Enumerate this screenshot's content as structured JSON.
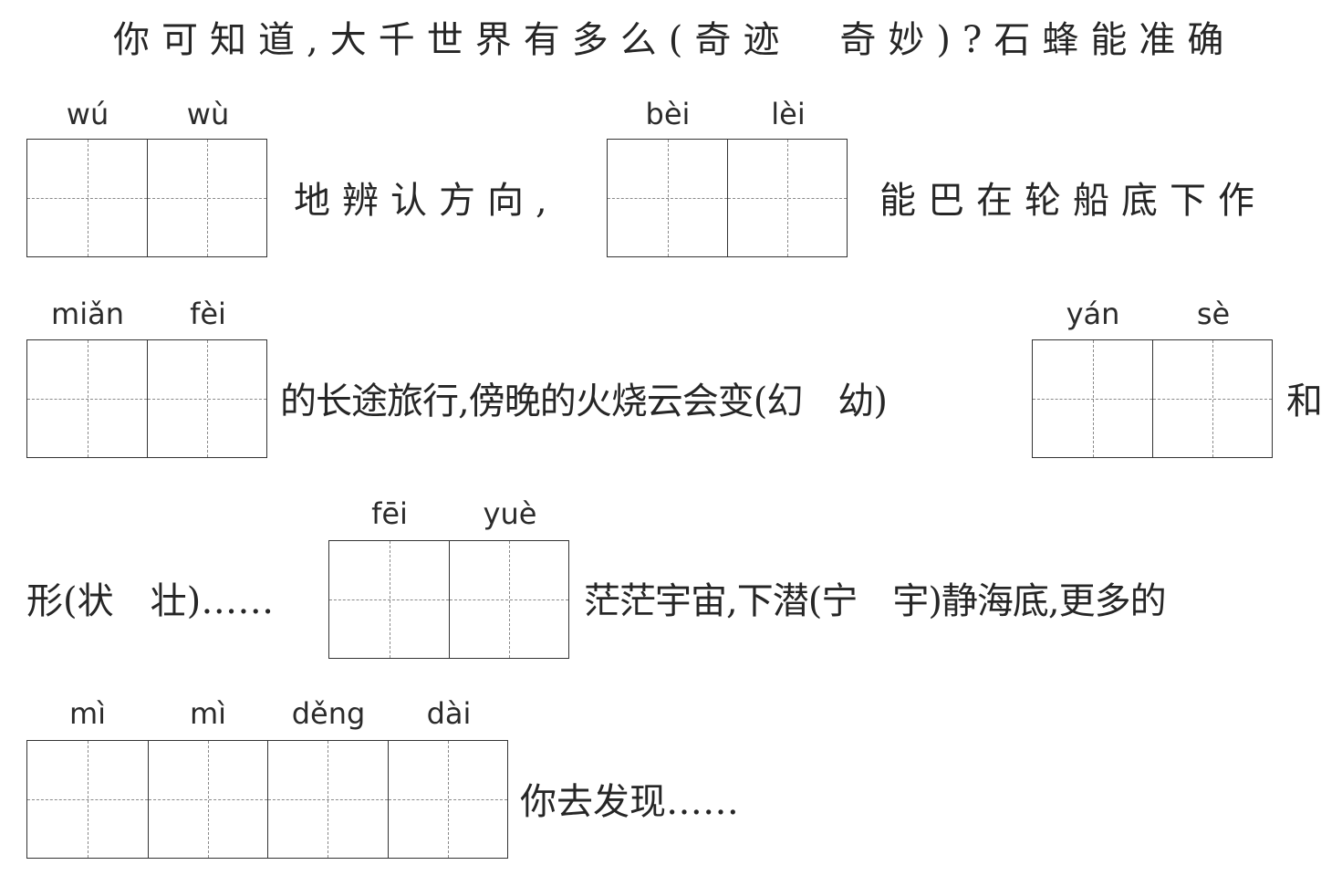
{
  "text": {
    "line1": "你可知道,大千世界有多么(奇迹　奇妙)?石蜂能准确",
    "line2_a": "地辨认方向,",
    "line2_b": "能巴在轮船底下作",
    "line3_a": "的长途旅行,傍晚的火烧云会变(幻　幼)",
    "line3_b": "和",
    "line4_a": "形(状　壮)……",
    "line4_b": "茫茫宇宙,下潜(宁　宇)静海底,更多的",
    "line5": "你去发现……"
  },
  "pinyin_groups": [
    {
      "id": "wuwu",
      "syllables": [
        "wú",
        "wù"
      ]
    },
    {
      "id": "beilei",
      "syllables": [
        "bèi",
        "lèi"
      ]
    },
    {
      "id": "mianfei",
      "syllables": [
        "miǎn",
        "fèi"
      ]
    },
    {
      "id": "yanse",
      "syllables": [
        "yán",
        "sè"
      ]
    },
    {
      "id": "feiyue",
      "syllables": [
        "fēi",
        "yuè"
      ]
    },
    {
      "id": "mimidengdai",
      "syllables": [
        "mì",
        "mì",
        "děng",
        "dài"
      ]
    }
  ]
}
